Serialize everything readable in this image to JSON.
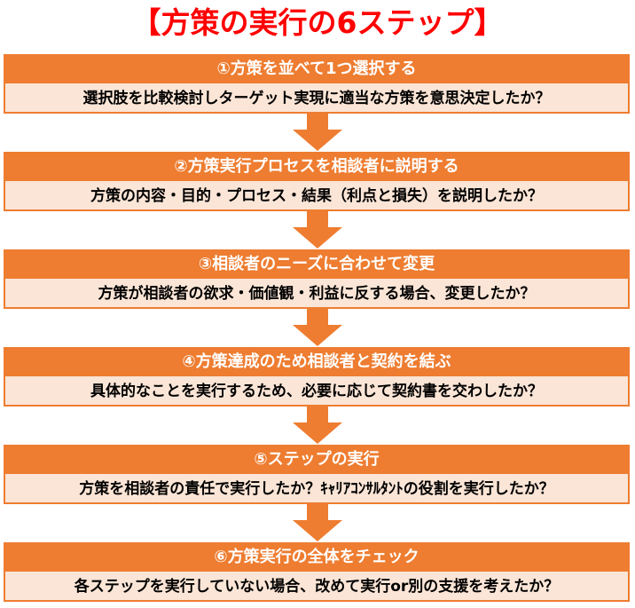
{
  "title": "【方策の実行の6ステップ】",
  "colors": {
    "title": "#ff0000",
    "header_bg": "#ee7d31",
    "body_bg": "#fbe5d6",
    "arrow": "#ee7d31"
  },
  "steps": [
    {
      "header": "①方策を並べて1つ選択する",
      "question": "選択肢を比較検討しターゲット実現に適当な方策を意思決定したか？"
    },
    {
      "header": "②方策実行プロセスを相談者に説明する",
      "question": "方策の内容・目的・プロセス・結果（利点と損失）を説明したか？"
    },
    {
      "header": "③相談者のニーズに合わせて変更",
      "question": "方策が相談者の欲求・価値観・利益に反する場合、変更したか？"
    },
    {
      "header": "④方策達成のため相談者と契約を結ぶ",
      "question": "具体的なことを実行するため、必要に応じて契約書を交わしたか？"
    },
    {
      "header": "⑤ステップの実行",
      "question": "方策を相談者の責任で実行したか？ｷｬﾘｱｺﾝｻﾙﾀﾝﾄの役割を実行したか？"
    },
    {
      "header": "⑥方策実行の全体をチェック",
      "question": "各ステップを実行していない場合、改めて実行or別の支援を考えたか？"
    }
  ]
}
